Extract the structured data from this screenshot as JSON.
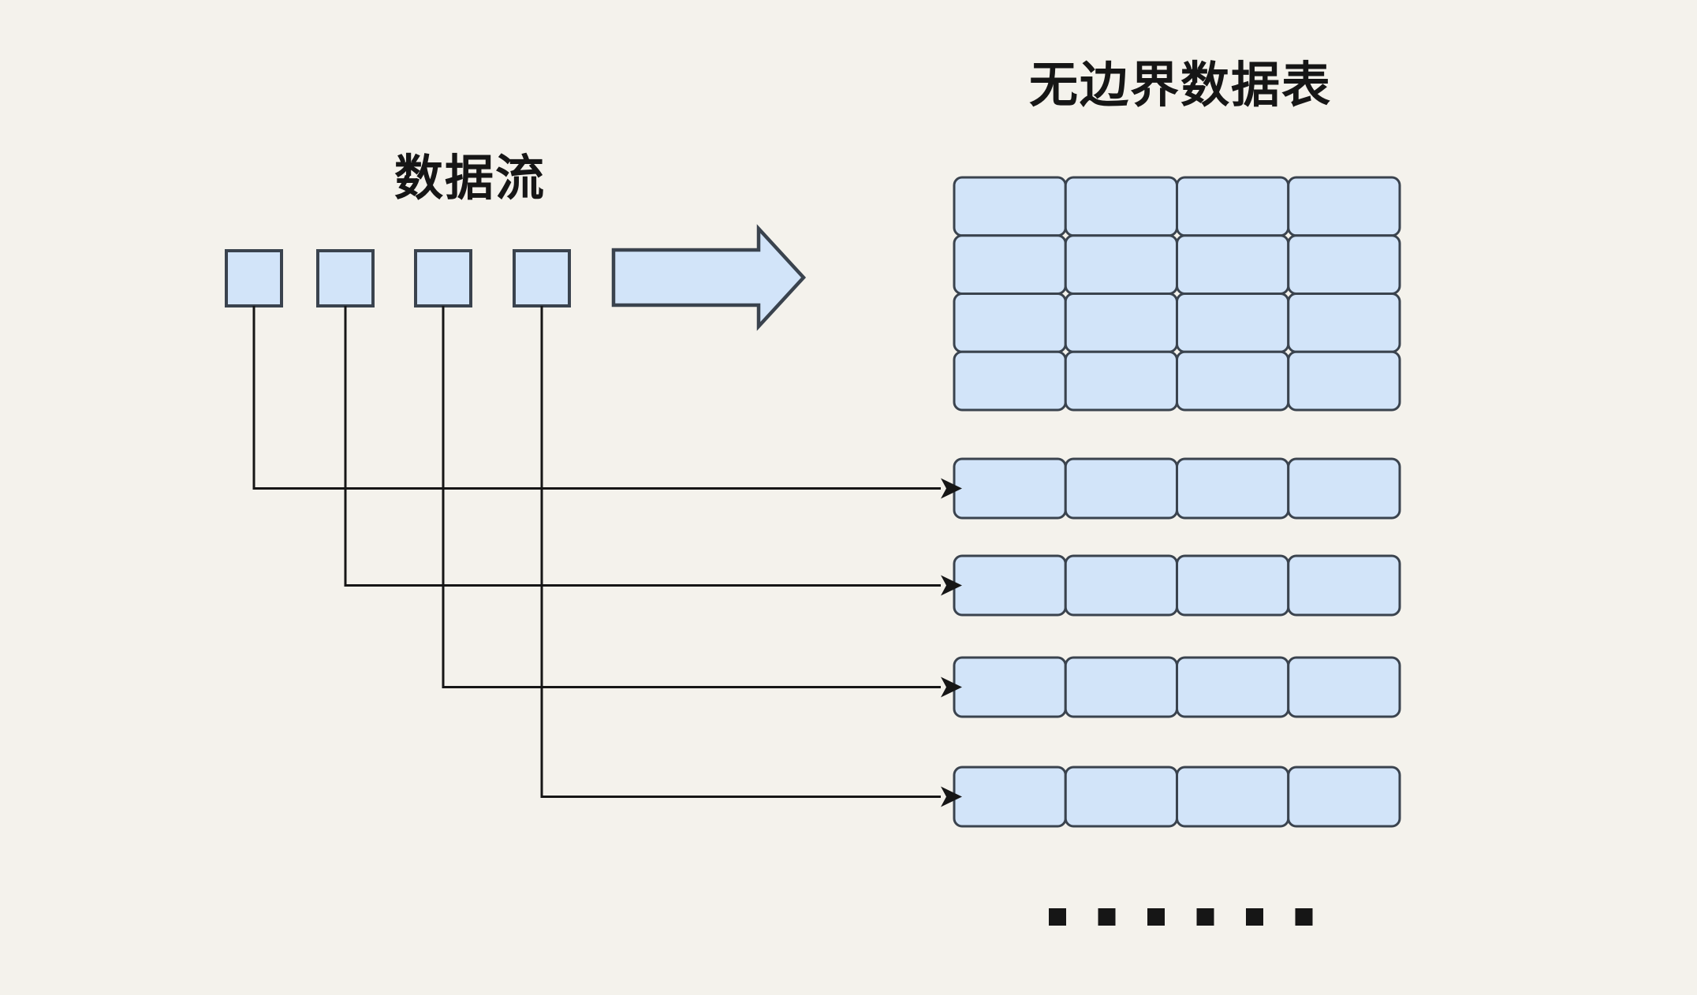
{
  "diagram": {
    "title": "无边界数据表",
    "stream_label": "数据流",
    "stream_item_count": 4,
    "table_grid": {
      "rows": 4,
      "cols": 4
    },
    "detached_rows": {
      "count": 4,
      "cols": 4
    },
    "ellipsis_dot_count": 6,
    "colors": {
      "background": "#f4f2ec",
      "node_fill": "#d2e4f9",
      "node_border": "#3a434e",
      "line": "#161616"
    }
  }
}
